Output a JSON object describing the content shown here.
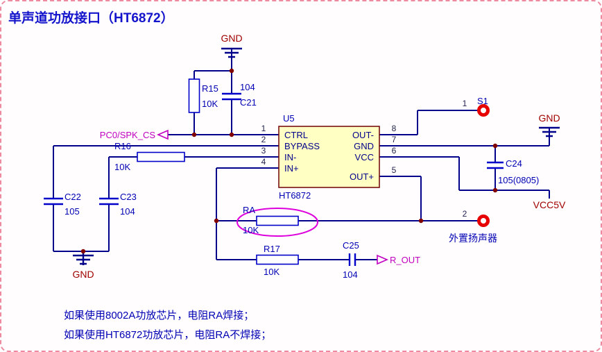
{
  "title": "单声道功放接口（HT6872）",
  "ic": {
    "designator": "U5",
    "part": "HT6872",
    "left_pins": [
      {
        "num": "1",
        "name": "CTRL"
      },
      {
        "num": "2",
        "name": "BYPASS"
      },
      {
        "num": "3",
        "name": "IN-"
      },
      {
        "num": "4",
        "name": "IN+"
      }
    ],
    "right_pins": [
      {
        "num": "8",
        "name": "OUT-"
      },
      {
        "num": "7",
        "name": "GND"
      },
      {
        "num": "6",
        "name": "VCC"
      },
      {
        "num": "5",
        "name": "OUT+"
      }
    ]
  },
  "parts": {
    "r15": {
      "ref": "R15",
      "val": "10K"
    },
    "c21": {
      "ref": "C21",
      "val": "104"
    },
    "r16": {
      "ref": "R16",
      "val": "10K"
    },
    "c22": {
      "ref": "C22",
      "val": "105"
    },
    "c23": {
      "ref": "C23",
      "val": "104"
    },
    "ra": {
      "ref": "RA",
      "val": "10K"
    },
    "r17": {
      "ref": "R17",
      "val": "10K"
    },
    "c25": {
      "ref": "C25",
      "val": "104"
    },
    "c24": {
      "ref": "C24",
      "val": "105(0805)"
    }
  },
  "connectors": {
    "s1": {
      "ref": "S1",
      "pin": "1"
    },
    "speaker": {
      "pin": "2",
      "label": "外置扬声器"
    }
  },
  "nets": {
    "gnd": "GND",
    "vcc": "VCC5V",
    "pc0": "PC0/SPK_CS",
    "r_out": "R_OUT"
  },
  "notes": [
    "如果使用8002A功放芯片，电阻RA焊接；",
    "如果使用HT6872功放芯片，电阻RA不焊接；"
  ],
  "colors": {
    "wire": "#00008b",
    "power_label": "#a00000",
    "net_label": "#c000c0",
    "ic_fill": "#ffffc4",
    "border_dash": "#ee8aa0"
  }
}
